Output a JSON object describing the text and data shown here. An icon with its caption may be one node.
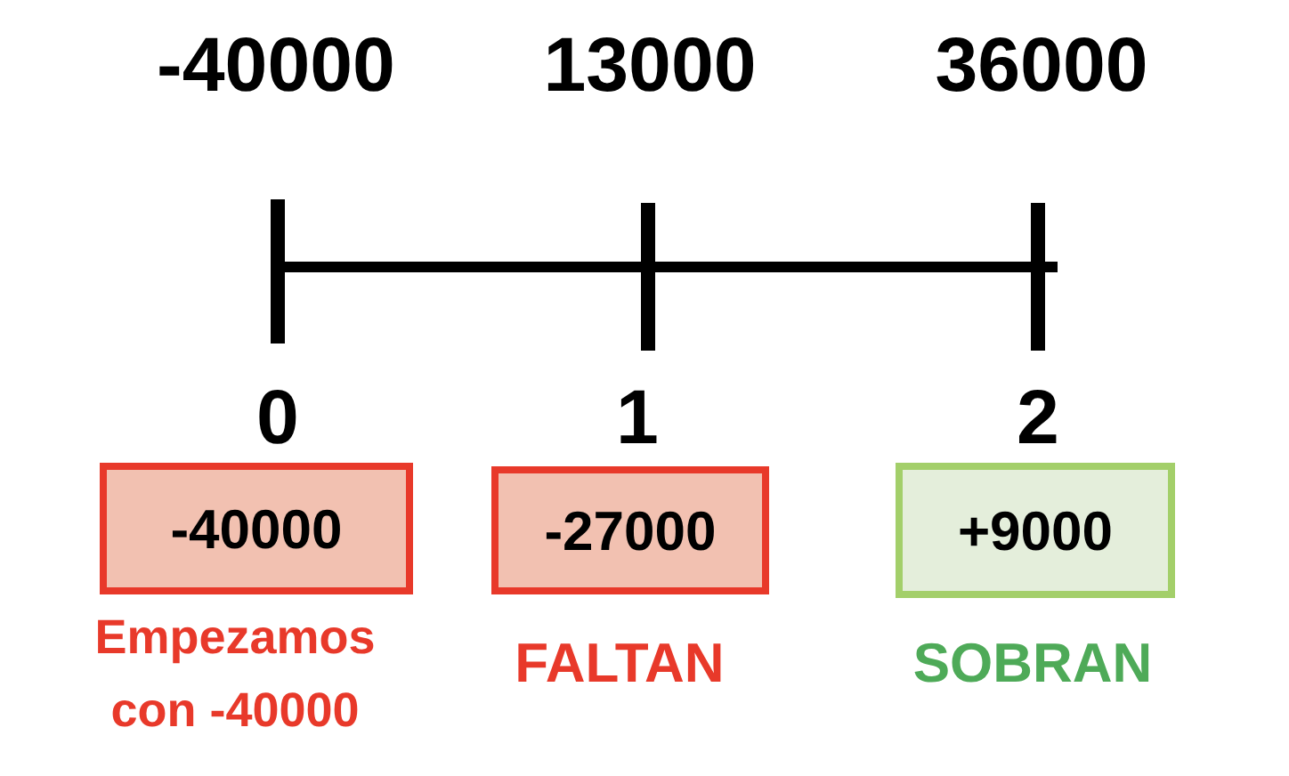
{
  "diagram": {
    "nodes": [
      {
        "text": [
          "-40000"
        ],
        "beside": [
          "Empezamos con -40000"
        ]
      },
      {
        "text": [
          "-27000"
        ],
        "beside": [
          "FALTAN"
        ]
      },
      {
        "text": [
          "+9000"
        ],
        "beside": [
          "SOBRAN"
        ]
      }
    ],
    "labels": [
      "-40000",
      "13000",
      "36000",
      "0",
      "1",
      "2"
    ]
  }
}
